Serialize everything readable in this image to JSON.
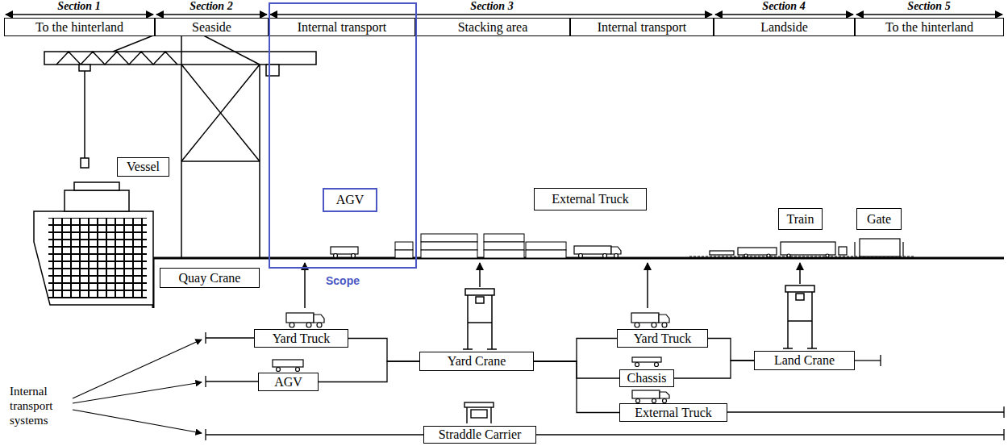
{
  "diagram": {
    "nodes": [
      {
        "text": [
          "To the hinterland"
        ]
      },
      {
        "text": [
          "Seaside"
        ]
      },
      {
        "text": [
          "Internal transport"
        ]
      },
      {
        "text": [
          "Stacking area"
        ]
      },
      {
        "text": [
          "Internal transport"
        ]
      },
      {
        "text": [
          "Landside"
        ]
      },
      {
        "text": [
          "To the hinterland"
        ]
      },
      {
        "text": [
          "Scope"
        ]
      },
      {
        "text": [
          "Vessel"
        ]
      },
      {
        "text": [
          "AGV"
        ],
        "in": 7
      },
      {
        "text": [
          "External Truck"
        ]
      },
      {
        "text": [
          "Train"
        ]
      },
      {
        "text": [
          "Gate"
        ]
      },
      {
        "text": [
          "Quay Crane"
        ]
      },
      {
        "text": [
          "Yard Truck"
        ]
      },
      {
        "text": [
          "AGV"
        ]
      },
      {
        "text": [
          "Yard Crane"
        ]
      },
      {
        "text": [
          "Yard Truck"
        ]
      },
      {
        "text": [
          "Chassis"
        ]
      },
      {
        "text": [
          "External Truck"
        ]
      },
      {
        "text": [
          "Land Crane"
        ]
      },
      {
        "text": [
          "Straddle Carrier"
        ]
      }
    ],
    "edges": [
      {
        "from": 14,
        "to": 16,
        "arrow": "none"
      },
      {
        "from": 15,
        "to": 16,
        "arrow": "none"
      },
      {
        "from": 16,
        "to": 17,
        "arrow": "none"
      },
      {
        "from": 16,
        "to": 18,
        "arrow": "none"
      },
      {
        "from": 16,
        "to": 19,
        "arrow": "none"
      },
      {
        "from": 17,
        "to": 20,
        "arrow": "none"
      },
      {
        "from": 18,
        "to": 20,
        "arrow": "none"
      }
    ],
    "labels": [
      "Section 1",
      "Section 2",
      "Section 3",
      "Section 4",
      "Section 5",
      "Internal transport systems"
    ]
  }
}
